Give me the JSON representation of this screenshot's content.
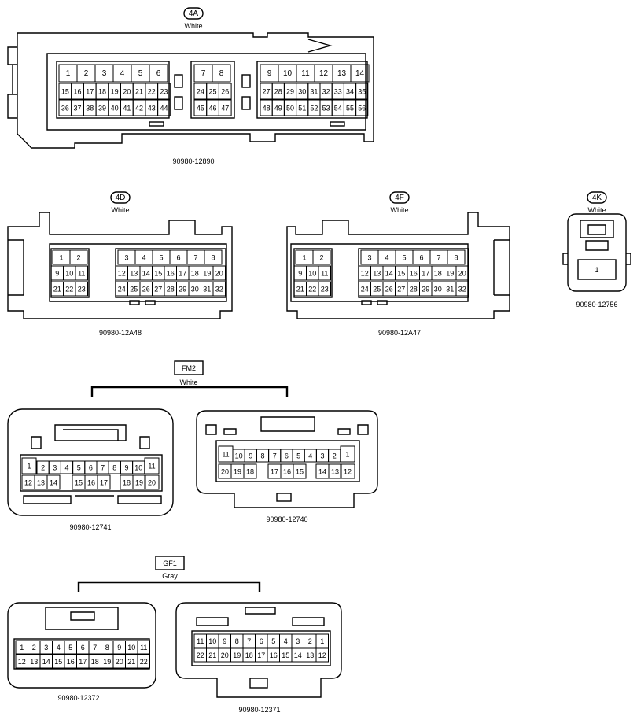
{
  "connectors": [
    {
      "id": "4A",
      "color": "White",
      "part": "90980-12890",
      "pins": [
        [
          "1",
          "2",
          "3",
          "4",
          "5",
          "6"
        ],
        [
          "7",
          "8"
        ],
        [
          "9",
          "10",
          "11",
          "12",
          "13",
          "14"
        ],
        [
          "15",
          "16",
          "17",
          "18",
          "19",
          "20",
          "21",
          "22",
          "23"
        ],
        [
          "24",
          "25",
          "26"
        ],
        [
          "27",
          "28",
          "29",
          "30",
          "31",
          "32",
          "33",
          "34",
          "35"
        ],
        [
          "36",
          "37",
          "38",
          "39",
          "40",
          "41",
          "42",
          "43",
          "44"
        ],
        [
          "45",
          "46",
          "47"
        ],
        [
          "48",
          "49",
          "50",
          "51",
          "52",
          "53",
          "54",
          "55",
          "56"
        ]
      ]
    },
    {
      "id": "4D",
      "color": "White",
      "part": "90980-12A48",
      "pins": [
        [
          "1",
          "2"
        ],
        [
          "3",
          "4",
          "5",
          "6",
          "7",
          "8"
        ],
        [
          "9",
          "10",
          "11"
        ],
        [
          "12",
          "13",
          "14",
          "15",
          "16",
          "17",
          "18",
          "19",
          "20"
        ],
        [
          "21",
          "22",
          "23"
        ],
        [
          "24",
          "25",
          "26",
          "27",
          "28",
          "29",
          "30",
          "31",
          "32"
        ]
      ]
    },
    {
      "id": "4F",
      "color": "White",
      "part": "90980-12A47",
      "pins": [
        [
          "1",
          "2"
        ],
        [
          "3",
          "4",
          "5",
          "6",
          "7",
          "8"
        ],
        [
          "9",
          "10",
          "11"
        ],
        [
          "12",
          "13",
          "14",
          "15",
          "16",
          "17",
          "18",
          "19",
          "20"
        ],
        [
          "21",
          "22",
          "23"
        ],
        [
          "24",
          "25",
          "26",
          "27",
          "28",
          "29",
          "30",
          "31",
          "32"
        ]
      ]
    },
    {
      "id": "4K",
      "color": "White",
      "part": "90980-12756",
      "pins": [
        [
          "1"
        ]
      ]
    }
  ],
  "groups": [
    {
      "id": "FM2",
      "color": "White",
      "connectors": [
        {
          "part": "90980-12741",
          "pins": [
            [
              "1"
            ],
            [
              "2",
              "3",
              "4",
              "5",
              "6",
              "7",
              "8",
              "9",
              "10"
            ],
            [
              "11"
            ],
            [
              "12",
              "13",
              "14"
            ],
            [
              "15",
              "16",
              "17"
            ],
            [
              "18",
              "19"
            ],
            [
              "20"
            ]
          ]
        },
        {
          "part": "90980-12740",
          "pins": [
            [
              "11"
            ],
            [
              "10",
              "9",
              "8",
              "7",
              "6",
              "5",
              "4",
              "3",
              "2"
            ],
            [
              "1"
            ],
            [
              "20",
              "19",
              "18"
            ],
            [
              "17",
              "16",
              "15"
            ],
            [
              "14",
              "13"
            ],
            [
              "12"
            ]
          ]
        }
      ]
    },
    {
      "id": "GF1",
      "color": "Gray",
      "connectors": [
        {
          "part": "90980-12372",
          "pins": [
            [
              "1",
              "2",
              "3",
              "4",
              "5",
              "6",
              "7",
              "8",
              "9",
              "10",
              "11"
            ],
            [
              "12",
              "13",
              "14",
              "15",
              "16",
              "17",
              "18",
              "19",
              "20",
              "21",
              "22"
            ]
          ]
        },
        {
          "part": "90980-12371",
          "pins": [
            [
              "11",
              "10",
              "9",
              "8",
              "7",
              "6",
              "5",
              "4",
              "3",
              "2",
              "1"
            ],
            [
              "22",
              "21",
              "20",
              "19",
              "18",
              "17",
              "16",
              "15",
              "14",
              "13",
              "12"
            ]
          ]
        }
      ]
    }
  ]
}
